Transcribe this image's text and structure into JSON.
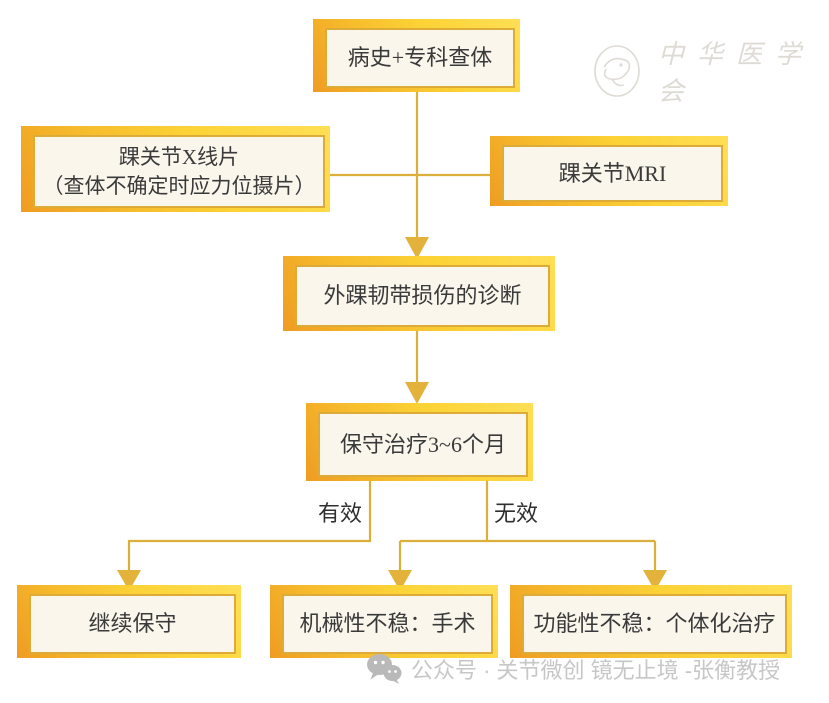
{
  "nodes": {
    "history": {
      "label": "病史+专科查体"
    },
    "xray": {
      "line1": "踝关节X线片",
      "line2": "（查体不确定时应力位摄片）"
    },
    "mri": {
      "label": "踝关节MRI"
    },
    "diagnosis": {
      "label": "外踝韧带损伤的诊断"
    },
    "conservative": {
      "label": "保守治疗3~6个月"
    },
    "continue_conservative": {
      "label": "继续保守"
    },
    "mechanical": {
      "label": "机械性不稳：手术"
    },
    "functional": {
      "label": "功能性不稳：个体化治疗"
    }
  },
  "branch_labels": {
    "effective": "有效",
    "ineffective": "无效"
  },
  "watermarks": {
    "logo_text": "中华医学会",
    "footer_text": "公众号 · 关节微创 镜无止境 -张衡教授"
  },
  "icons": {
    "wechat": "wechat-icon",
    "cma_emblem": "cma-emblem-icon"
  },
  "colors": {
    "connector_gold": "#dcae3a",
    "arrow_gold": "#e2b23a",
    "slab_yellow": "#ffd83f",
    "slab_orange": "#ef9c22",
    "box_fill": "#fbf6ec",
    "box_border": "#dcab38",
    "node_text": "#3a3a3a",
    "watermark_gray": "#c7c7c7"
  }
}
